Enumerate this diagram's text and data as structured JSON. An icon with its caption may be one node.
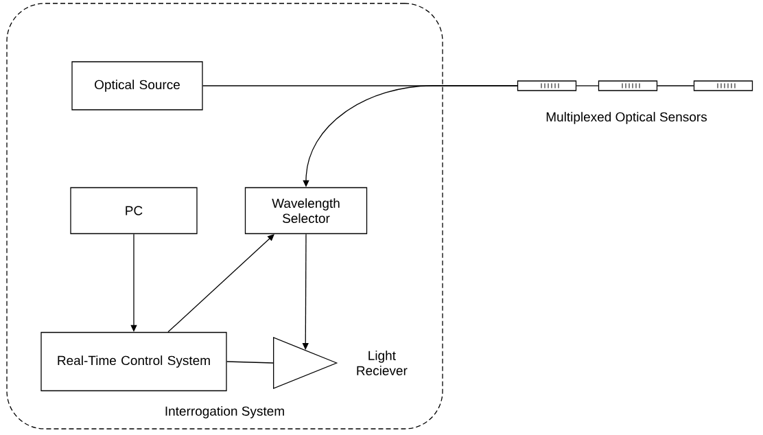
{
  "diagram": {
    "nodes": [
      {
        "text": [
          "Interrogation System"
        ]
      },
      {
        "text": [
          "Optical Source"
        ],
        "in": 0
      },
      {
        "text": [
          "PC"
        ],
        "in": 0
      },
      {
        "text": [
          "Wavelength Selector"
        ],
        "in": 0
      },
      {
        "text": [
          "Real-Time Control System"
        ],
        "in": 0
      },
      {
        "text": [],
        "shape": "triangle",
        "beside": [
          "Light Reciever"
        ],
        "in": 0
      },
      {
        "text": [],
        "shape": "box"
      },
      {
        "text": [],
        "shape": "box"
      },
      {
        "text": [],
        "shape": "box"
      }
    ],
    "edges": [
      {
        "from": 1,
        "to": 6,
        "arrow": "none"
      },
      {
        "from": 6,
        "to": 7,
        "arrow": "none"
      },
      {
        "from": 7,
        "to": 8,
        "arrow": "none"
      },
      {
        "from": 6,
        "to": 3,
        "arrow": "to"
      },
      {
        "from": 2,
        "to": 4,
        "arrow": "to"
      },
      {
        "from": 4,
        "to": 3,
        "arrow": "to"
      },
      {
        "from": 3,
        "to": 5,
        "arrow": "to"
      },
      {
        "from": 4,
        "to": 5,
        "arrow": "none"
      }
    ],
    "labels": [
      "Multiplexed Optical Sensors"
    ]
  }
}
